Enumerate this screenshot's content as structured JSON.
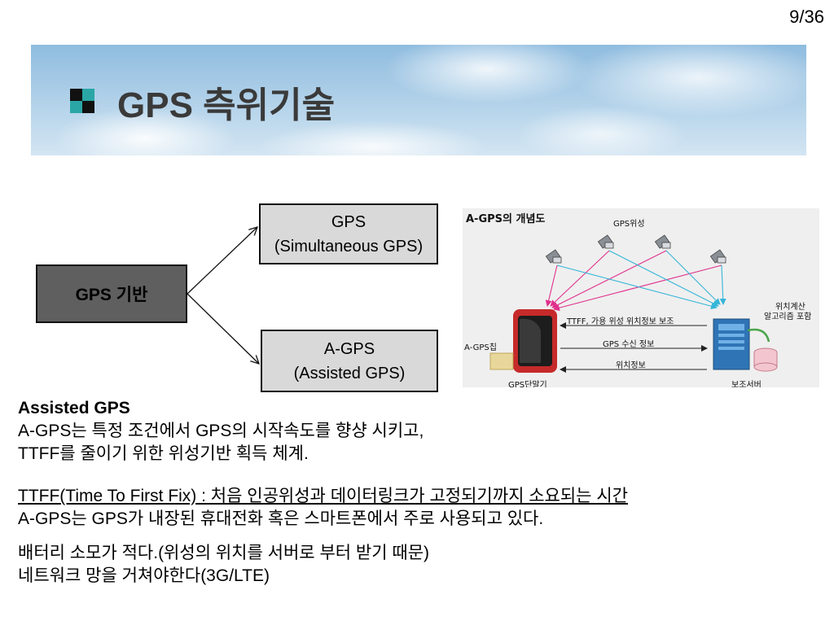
{
  "page": {
    "number": "9/36"
  },
  "banner": {
    "title": "GPS 측위기술"
  },
  "diagram": {
    "base_label": "GPS 기반",
    "branch_top": {
      "line1": "GPS",
      "line2": "(Simultaneous GPS)"
    },
    "branch_bottom": {
      "line1": "A-GPS",
      "line2": "(Assisted GPS)"
    }
  },
  "agps_figure": {
    "title": "A-GPS의 개념도",
    "satellites_label": "GPS위성",
    "arrow_ttff": "TTFF, 가용 위성 위치정보 보조",
    "arrow_receive": "GPS 수신 정보",
    "arrow_position": "위치정보",
    "chip_label": "A-GPS칩",
    "calc_label_line1": "위치계산",
    "calc_label_line2": "알고리즘 포함",
    "terminal_label": "GPS단말기",
    "server_label": "보조서버"
  },
  "body": {
    "heading": "Assisted GPS",
    "line1": "A-GPS는 특정 조건에서 GPS의 시작속도를 향샹 시키고,",
    "line2": "TTFF를 줄이기 위한 위성기반 획득 체계.",
    "ttff_definition": "TTFF(Time To First Fix) : 처음 인공위성과 데이터링크가 고정되기까지 소요되는 시간",
    "line3": "A-GPS는 GPS가 내장된 휴대전화 혹은 스마트폰에서 주로 사용되고 있다.",
    "line4": "배터리 소모가 적다.(위성의 위치를 서버로 부터 받기 때문)",
    "line5": "네트워크 망을 거쳐야한다(3G/LTE)"
  }
}
